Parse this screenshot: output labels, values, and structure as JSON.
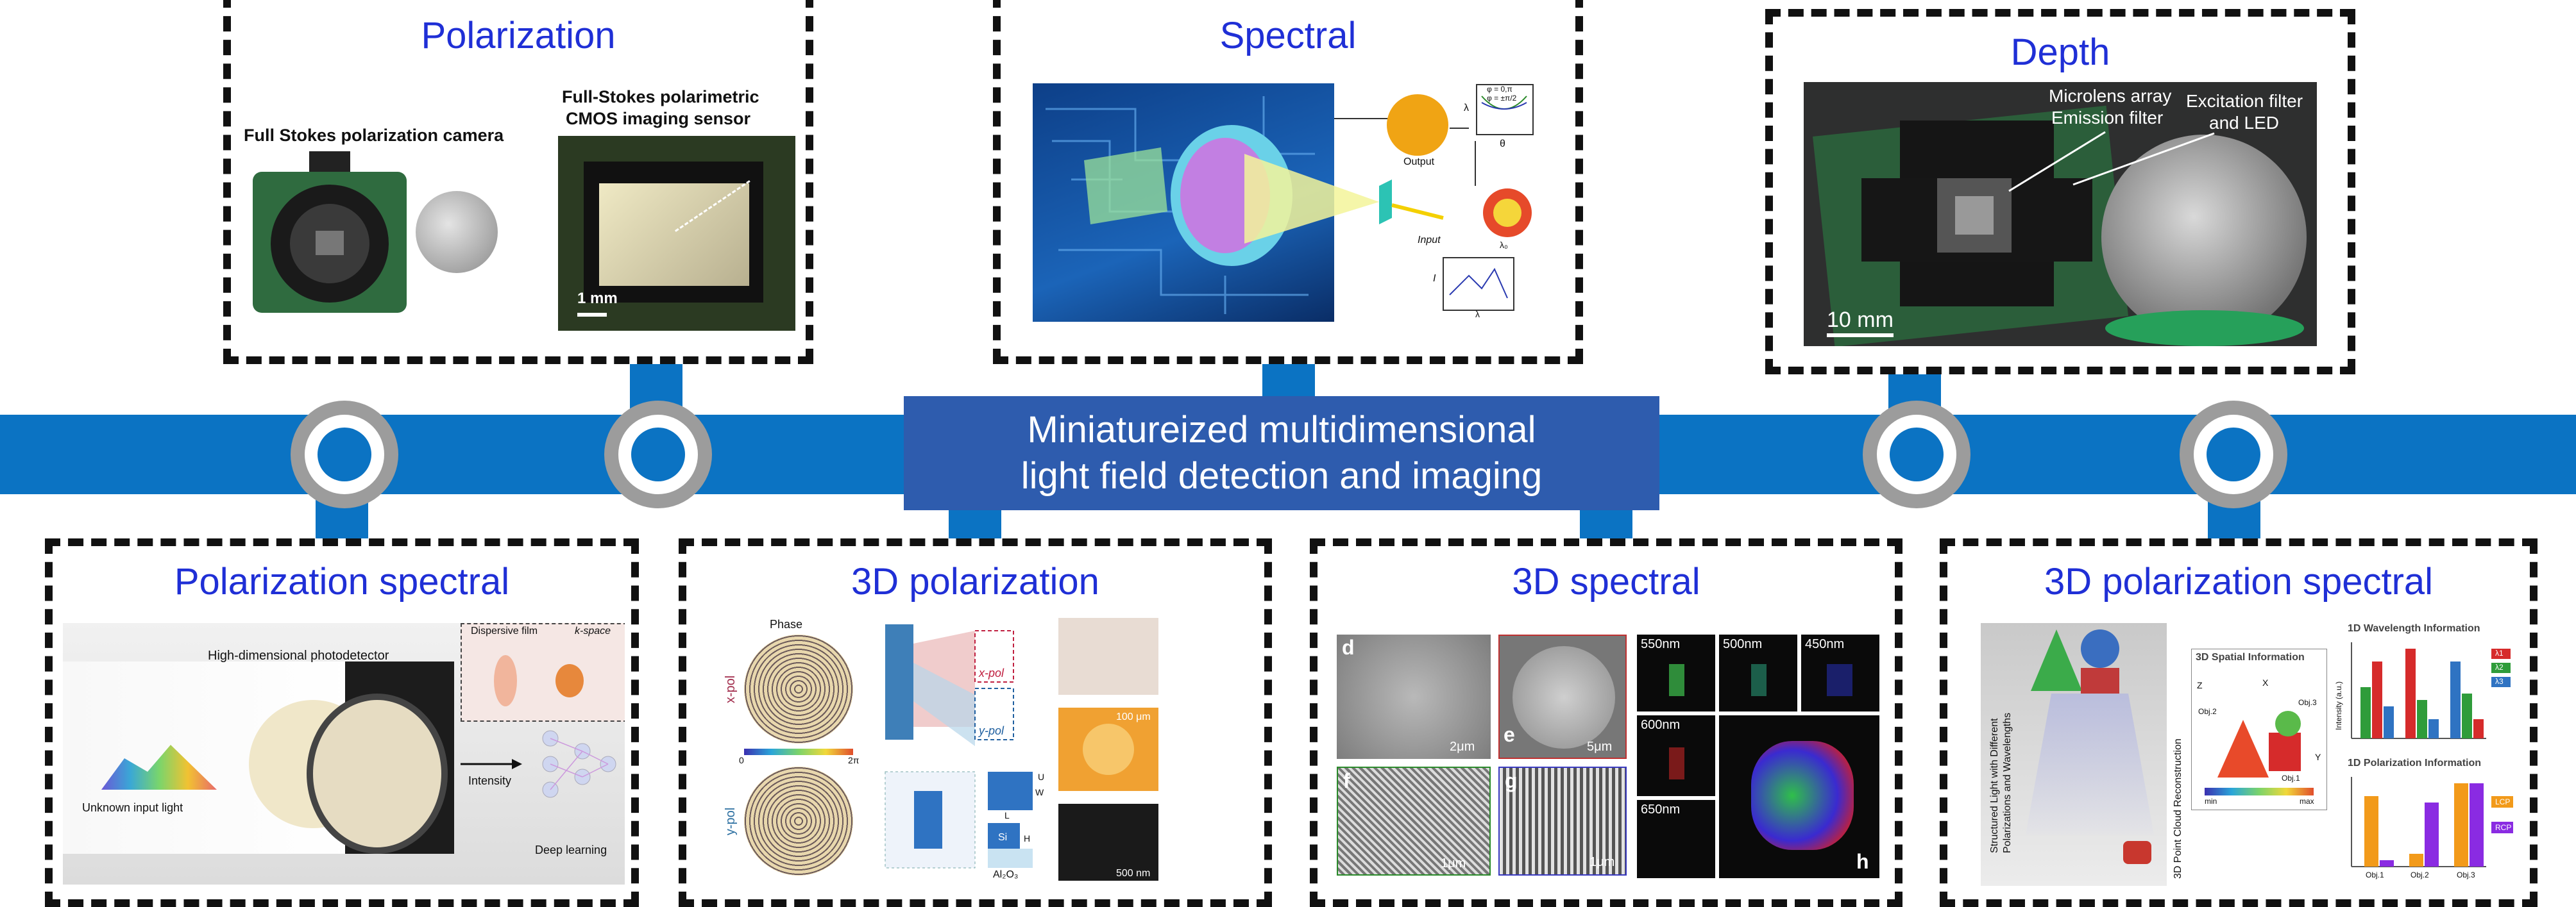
{
  "center": {
    "line1": "Miniatureized multidimensional",
    "line2": "light field detection and imaging"
  },
  "top": {
    "polarization": {
      "title": "Polarization",
      "camera_label": "Full Stokes polarization camera",
      "sensor_label_1": "Full-Stokes polarimetric",
      "sensor_label_2": "CMOS imaging sensor",
      "scale": "1 mm"
    },
    "spectral": {
      "title": "Spectral",
      "output": "Output",
      "input": "Input",
      "legend_1": "φ = 0,π",
      "legend_2": "φ = ±π/2",
      "axis_theta": "θ",
      "axis_lambda": "λ",
      "axis_lambda0": "λ₀",
      "axis_i": "I"
    },
    "depth": {
      "title": "Depth",
      "label_1": "Microlens array",
      "label_2": "Emission filter",
      "label_3": "Excitation filter",
      "label_4": "and LED",
      "scale": "10 mm"
    }
  },
  "bottom": {
    "pol_spectral": {
      "title": "Polarization spectral",
      "detector": "High-dimensional photodetector",
      "film": "Dispersive film",
      "kspace": "k-space",
      "unknown": "Unknown input light",
      "intensity": "Intensity",
      "deep": "Deep learning"
    },
    "pol_3d": {
      "title": "3D polarization",
      "phase": "Phase",
      "xpol": "x-pol",
      "ypol": "y-pol",
      "zero": "0",
      "twopi": "2π",
      "scale1": "100 μm",
      "scale2": "500 nm",
      "si": "Si",
      "al": "Al₂O₃",
      "W": "W",
      "U": "U",
      "L": "L",
      "H": "H"
    },
    "spectral_3d": {
      "title": "3D spectral",
      "d": "d",
      "e": "e",
      "f": "f",
      "g": "g",
      "h": "h",
      "s_d": "2μm",
      "s_e": "5μm",
      "s_f": "1μm",
      "s_g": "1μm",
      "w550": "550nm",
      "w500": "500nm",
      "w450": "450nm",
      "w600": "600nm",
      "w650": "650nm"
    },
    "pol_spectral_3d": {
      "title": "3D polarization spectral",
      "structured_1": "Structured Light with Different",
      "structured_2": "Polarizations and Wavelengths",
      "recon": "3D Point Cloud Reconstruction",
      "spatial": "3D Spatial Information",
      "wavelength": "1D Wavelength Information",
      "polarization": "1D Polarization Information",
      "obj1": "Obj.1",
      "obj2": "Obj.2",
      "obj3": "Obj.3",
      "min": "min",
      "max": "max",
      "intensity": "Intensity (a.u.)",
      "lcp": "LCP",
      "rcp": "RCP",
      "l1": "λ1",
      "l2": "λ2",
      "l3": "λ3",
      "Z": "Z",
      "X": "X",
      "Y": "Y"
    }
  },
  "colors": {
    "title_blue": "#1f2fd6",
    "band_blue": "#0b73c3",
    "center_box": "#2e5cae",
    "node_gray": "#9c9c9c"
  }
}
